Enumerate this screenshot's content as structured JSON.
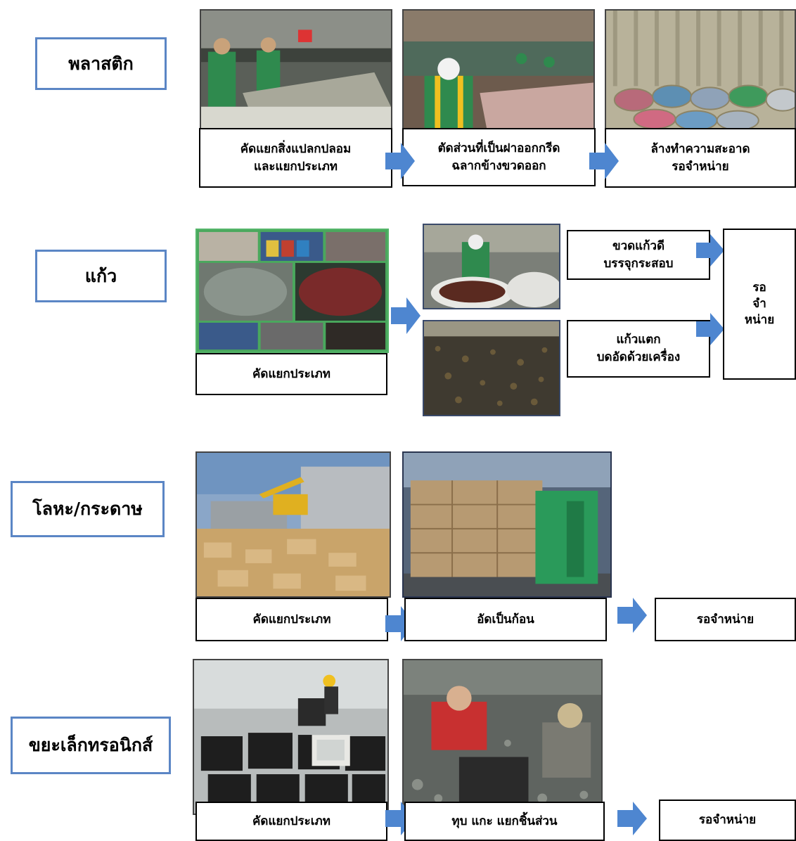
{
  "colors": {
    "category_border": "#5b86c5",
    "arrow": "#4e86d0",
    "step_border": "#000000"
  },
  "plastic": {
    "category": "พลาสติก",
    "steps": [
      "คัดแยกสิ่งแปลกปลอม\nและแยกประเภท",
      "ตัดส่วนที่เป็นฝาออกกรีด\nฉลากข้างขวดออก",
      "ล้างทำความสะอาด\nรอจำหน่าย"
    ]
  },
  "glass": {
    "category": "แก้ว",
    "sort": "คัดแยกประเภท",
    "good": "ขวดแก้วดี\nบรรจุกระสอบ",
    "broken": "แก้วแตก\nบดอัดด้วยเครื่อง",
    "wait": "รอ\nจำ\nหน่าย"
  },
  "metal": {
    "category": "โลหะ/กระดาษ",
    "steps": [
      "คัดแยกประเภท",
      "อัดเป็นก้อน",
      "รอจำหน่าย"
    ]
  },
  "ewaste": {
    "category": "ขยะเล็กทรอนิกส์",
    "steps": [
      "คัดแยกประเภท",
      "ทุบ แกะ แยกชิ้นส่วน",
      "รอจำหน่าย"
    ]
  },
  "icons": {
    "flow_arrow": "right-arrow-icon",
    "photos": [
      "sorting-line-photo",
      "bottle-cutting-photo",
      "washed-plastic-buckets-photo",
      "glass-collection-photo",
      "glass-bags-photo",
      "crushed-glass-photo",
      "excavator-paper-yard-photo",
      "baled-cardboard-photo",
      "crt-monitors-photo",
      "worker-dismantling-photo"
    ]
  }
}
